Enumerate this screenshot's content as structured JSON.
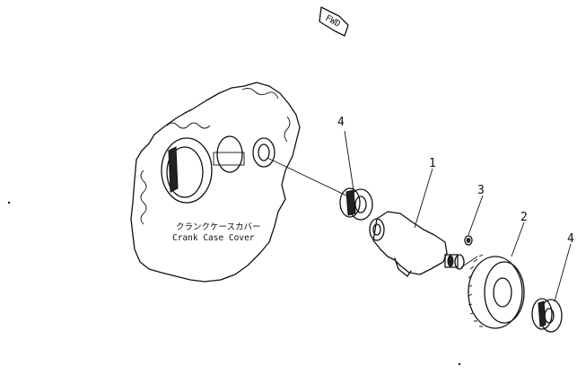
{
  "fwd": {
    "label": "FWD"
  },
  "cover": {
    "label_jp": "クランクケースカバー",
    "label_en": "Crank Case Cover"
  },
  "callouts": [
    {
      "number": "1"
    },
    {
      "number": "2"
    },
    {
      "number": "3"
    },
    {
      "number": "4"
    },
    {
      "number": "4"
    }
  ]
}
